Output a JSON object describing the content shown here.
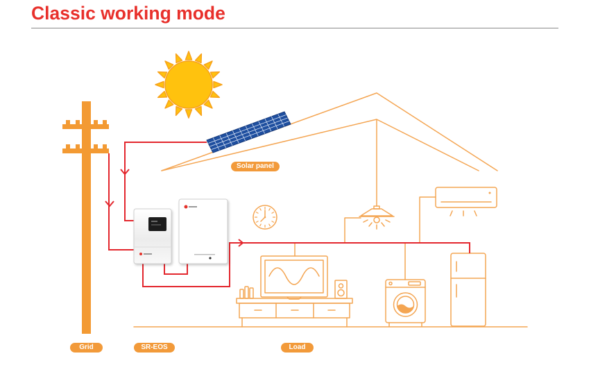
{
  "title": "Classic working mode",
  "diagram": {
    "labels": {
      "solar_panel": "Solar panel",
      "grid": "Grid",
      "inverter": "SR-EOS",
      "load": "Load"
    },
    "icons": {
      "sun": "sun-icon",
      "solar_panel": "solar-panel-icon",
      "grid": "utility-pole-icon",
      "inverter": "inverter-icon",
      "battery": "battery-icon",
      "clock": "clock-icon",
      "lamp": "ceiling-lamp-icon",
      "air_conditioner": "air-conditioner-icon",
      "tv": "tv-icon",
      "tv_cabinet": "tv-cabinet-icon",
      "speaker": "speaker-icon",
      "washing_machine": "washing-machine-icon",
      "refrigerator": "refrigerator-icon"
    },
    "colors": {
      "title": "#e8302b",
      "divider": "#8a8a8a",
      "power_line": "#e3262d",
      "outline": "#f4a552",
      "label_bg": "#f29a3a",
      "pole": "#f39a33",
      "sun_fill": "#ffc20e",
      "sun_edge": "#f7a21b",
      "panel": "#1f4f9f"
    }
  }
}
